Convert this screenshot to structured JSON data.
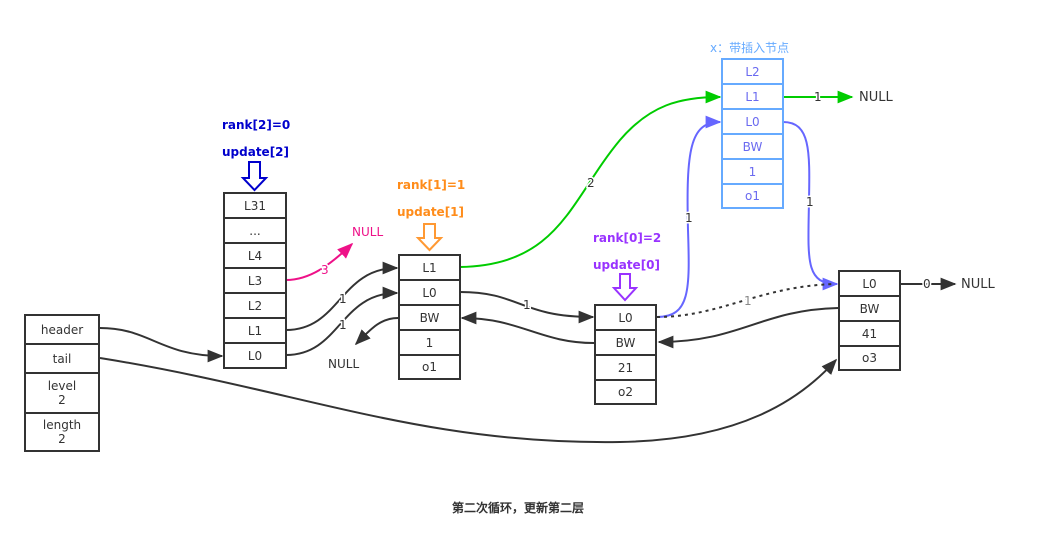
{
  "caption": "第二次循环，更新第二层",
  "colors": {
    "rank2": "#0000cc",
    "rank1": "#ff8c1a",
    "rank0": "#9933ff",
    "new_node_border": "#66aaff",
    "new_node_text": "#6a6af0",
    "green_link": "#00cc00",
    "blue_link": "#6666ff",
    "pink_link": "#ee1188",
    "dark": "#333333"
  },
  "list_struct": {
    "cells": [
      "header",
      "tail",
      "level\n2",
      "length\n2"
    ]
  },
  "header_node": {
    "cells": [
      "L31",
      "...",
      "L4",
      "L3",
      "L2",
      "L1",
      "L0"
    ],
    "rank_label": "rank[2]=0",
    "update_label": "update[2]"
  },
  "node1": {
    "cells": [
      "L1",
      "L0",
      "BW",
      "1",
      "o1"
    ],
    "rank_label": "rank[1]=1",
    "update_label": "update[1]"
  },
  "node2": {
    "cells": [
      "L0",
      "BW",
      "21",
      "o2"
    ],
    "rank_label": "rank[0]=2",
    "update_label": "update[0]"
  },
  "node3": {
    "cells": [
      "L0",
      "BW",
      "41",
      "o3"
    ]
  },
  "new_node": {
    "title": "x：带插入节点",
    "cells": [
      "L2",
      "L1",
      "L0",
      "BW",
      "1",
      "o1"
    ]
  },
  "null_labels": {
    "pink_null": "NULL",
    "bw_null": "NULL",
    "new_l1_null": "NULL",
    "node3_null": "NULL"
  },
  "edge_labels": {
    "header_l3": "3",
    "header_l1": "1",
    "header_l0": "1",
    "node1_l1_to_x": "2",
    "node1_l0_to_node2": "1",
    "node2_l0_to_x": "1",
    "x_l0_to_node3": "1",
    "node2_l0_to_node3_old": "1",
    "x_l1_null": "1",
    "node3_l0_null": "0"
  }
}
